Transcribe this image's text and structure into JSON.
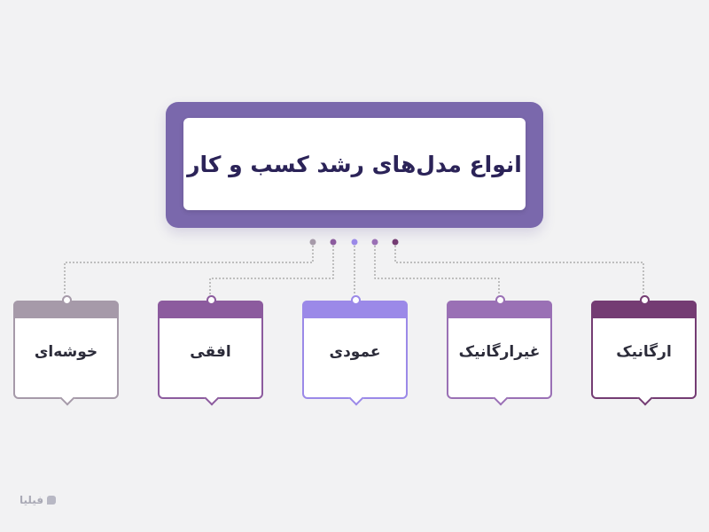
{
  "title": "انواع مدل‌های رشد کسب و کار",
  "items": [
    {
      "label": "ارگانیک",
      "color": "#743c73"
    },
    {
      "label": "غیرارگانیک",
      "color": "#9a70b5"
    },
    {
      "label": "عمودی",
      "color": "#9b89e8"
    },
    {
      "label": "افقی",
      "color": "#8c5b9e"
    },
    {
      "label": "خوشه‌ای",
      "color": "#a69aa9"
    }
  ],
  "brand": {
    "text": "فیلیا",
    "icon": "filia-logo-icon"
  }
}
